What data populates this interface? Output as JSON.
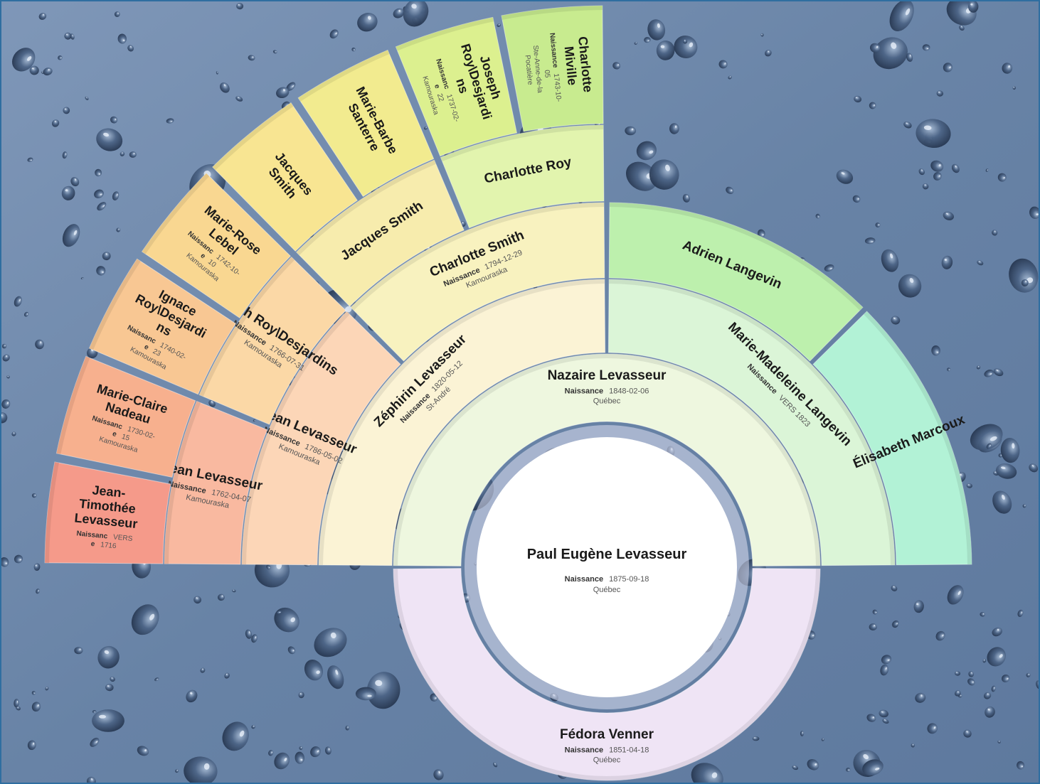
{
  "root": {
    "name": "Paul Eugène Levasseur",
    "birth_label": "Naissance",
    "birth_date": "1875-09-18",
    "birth_place": "Québec"
  },
  "people": [
    {
      "id": "nazaire",
      "ring": 1,
      "lines": [
        "Nazaire Levasseur"
      ],
      "label": "Naissance",
      "date": "1848-02-06",
      "place": "Québec",
      "color": "#eef7df"
    },
    {
      "id": "fedora",
      "ring": 1,
      "lines": [
        "Fédora Venner"
      ],
      "label": "Naissance",
      "date": "1851-04-18",
      "place": "Québec",
      "color": "#efe4f5"
    },
    {
      "id": "zephirin",
      "ring": 2,
      "lines": [
        "Zéphirin Levasseur"
      ],
      "label": "Naissance",
      "date": "1820-05-12",
      "place": "St-André",
      "color": "#fbf3d5"
    },
    {
      "id": "marie-madeleine",
      "ring": 2,
      "lines": [
        "Marie-Madeleine Langevin"
      ],
      "label": "Naissance",
      "date": "VERS 1823",
      "place": "",
      "color": "#dbf5d7"
    },
    {
      "id": "jean-1786",
      "ring": 3,
      "lines": [
        "Jean Levasseur"
      ],
      "label": "Naissance",
      "date": "1786-05-02",
      "place": "Kamouraska",
      "color": "#fcd6b7"
    },
    {
      "id": "charlotte-smith",
      "ring": 3,
      "lines": [
        "Charlotte Smith"
      ],
      "label": "Naissance",
      "date": "1794-12-29",
      "place": "Kamouraska",
      "color": "#f8f2bf"
    },
    {
      "id": "adrien",
      "ring": 3,
      "lines": [
        "Adrien Langevin"
      ],
      "label": "",
      "date": "",
      "place": "",
      "color": "#bdf0ad"
    },
    {
      "id": "elisabeth",
      "ring": 3,
      "lines": [
        "Élisabeth Marcoux"
      ],
      "label": "",
      "date": "",
      "place": "",
      "color": "#b2f2d6"
    },
    {
      "id": "jean-1762",
      "ring": 4,
      "lines": [
        "Jean Levasseur"
      ],
      "label": "Naissance",
      "date": "1762-04-07",
      "place": "Kamouraska",
      "color": "#f9b9a0"
    },
    {
      "id": "judith",
      "ring": 4,
      "lines": [
        "Judith Roy\\Desjardins"
      ],
      "label": "Naissance",
      "date": "1766-07-31",
      "place": "Kamouraska",
      "color": "#fbd8a6"
    },
    {
      "id": "jacques-smith-4",
      "ring": 4,
      "lines": [
        "Jacques Smith"
      ],
      "label": "",
      "date": "",
      "place": "",
      "color": "#f7ecad"
    },
    {
      "id": "charlotte-roy",
      "ring": 4,
      "lines": [
        "Charlotte Roy"
      ],
      "label": "",
      "date": "",
      "place": "",
      "color": "#e2f4ae"
    },
    {
      "id": "jean-timothee",
      "ring": 5,
      "lines": [
        "Jean-",
        "Timothée",
        "Levasseur"
      ],
      "label": "Naissanc",
      "label2": "e",
      "date": "VERS",
      "date2": "1716",
      "place": "",
      "color": "#f59a8a"
    },
    {
      "id": "marie-claire",
      "ring": 5,
      "lines": [
        "Marie-Claire",
        "Nadeau"
      ],
      "label": "Naissanc",
      "label2": "e",
      "date": "1730-02-",
      "date2": "15",
      "place": "Kamouraska",
      "color": "#f7b08e"
    },
    {
      "id": "ignace",
      "ring": 5,
      "lines": [
        "Ignace",
        "Roy\\Desjardi",
        "ns"
      ],
      "label": "Naissanc",
      "label2": "e",
      "date": "1740-02-",
      "date2": "23",
      "place": "Kamouraska",
      "color": "#f8c793"
    },
    {
      "id": "marie-rose",
      "ring": 5,
      "lines": [
        "Marie-Rose",
        "Lebel"
      ],
      "label": "Naissanc",
      "label2": "e",
      "date": "1742-10-",
      "date2": "10",
      "place": "Kamouraska",
      "color": "#f9d791"
    },
    {
      "id": "jacques-smith-5",
      "ring": 5,
      "lines": [
        "Jacques",
        "Smith"
      ],
      "label": "",
      "date": "",
      "place": "",
      "color": "#f8e592"
    },
    {
      "id": "marie-barbe",
      "ring": 5,
      "lines": [
        "Marie-Barbe",
        "Santerre"
      ],
      "label": "",
      "date": "",
      "place": "",
      "color": "#f2eb8f"
    },
    {
      "id": "joseph",
      "ring": 5,
      "lines": [
        "Joseph",
        "Roy\\Desjardi",
        "ns"
      ],
      "label": "Naissanc",
      "label2": "e",
      "date": "1737-02-",
      "date2": "22",
      "place": "Kamouraska",
      "color": "#dcf08f"
    },
    {
      "id": "charlotte-miville",
      "ring": 5,
      "lines": [
        "Charlotte",
        "Miville"
      ],
      "label": "Naissance",
      "label2": "",
      "date": "1743-10-",
      "date2": "05",
      "place": "Ste-Anne-de-la",
      "place2": "Pocatière",
      "color": "#c8eb8f"
    }
  ]
}
